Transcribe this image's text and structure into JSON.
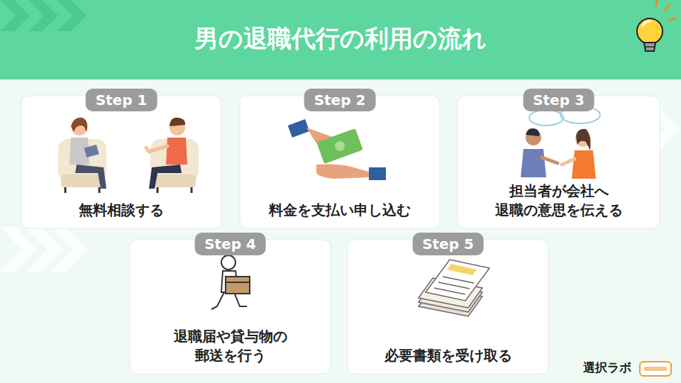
{
  "diagram": {
    "title": "男の退職代行の利用の流れ",
    "nodes": [
      {
        "text": [
          "Step 1",
          "無料相談する"
        ]
      },
      {
        "text": [
          "Step 2",
          "料金を支払い申し込む"
        ]
      },
      {
        "text": [
          "Step 3",
          "担当者が会社へ 退職の意思を伝える"
        ]
      },
      {
        "text": [
          "Step 4",
          "退職届や貸与物の 郵送を行う"
        ]
      },
      {
        "text": [
          "Step 5",
          "必要書類を受け取る"
        ]
      }
    ],
    "labels": [
      "選択ラボ"
    ]
  }
}
